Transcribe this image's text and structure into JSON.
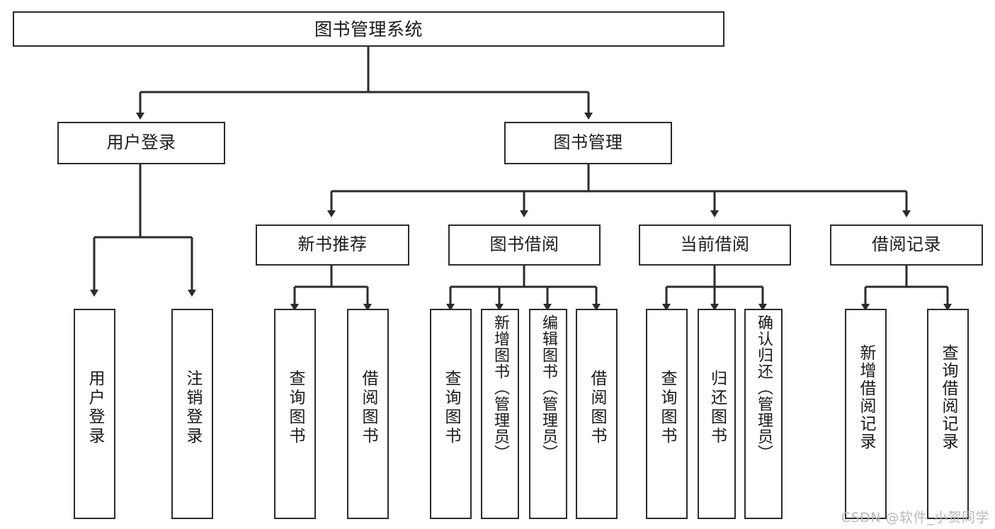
{
  "diagram": {
    "title": "图书管理系统",
    "type": "tree-hierarchy",
    "orientation": "top-down",
    "stroke_color": "#2b2b2b",
    "fill_color": "#ffffff",
    "background_color": "#ffffff",
    "root": {
      "label": "图书管理系统"
    },
    "level2": [
      {
        "id": "user-login",
        "label": "用户登录"
      },
      {
        "id": "book-manage",
        "label": "图书管理"
      }
    ],
    "level3": [
      {
        "id": "new-book-recommend",
        "label": "新书推荐",
        "parent": "book-manage"
      },
      {
        "id": "book-borrow",
        "label": "图书借阅",
        "parent": "book-manage"
      },
      {
        "id": "current-borrow",
        "label": "当前借阅",
        "parent": "book-manage"
      },
      {
        "id": "borrow-record",
        "label": "借阅记录",
        "parent": "book-manage"
      }
    ],
    "leaves": [
      {
        "id": "leaf-user-login",
        "label": "用户登录",
        "parent": "user-login"
      },
      {
        "id": "leaf-user-logout",
        "label": "注销登录",
        "parent": "user-login"
      },
      {
        "id": "leaf-query-book-1",
        "label": "查询图书",
        "parent": "new-book-recommend"
      },
      {
        "id": "leaf-borrow-book-1",
        "label": "借阅图书",
        "parent": "new-book-recommend"
      },
      {
        "id": "leaf-query-book-2",
        "label": "查询图书",
        "parent": "book-borrow"
      },
      {
        "id": "leaf-add-book",
        "label": "新增图书（管理员）",
        "parent": "book-borrow"
      },
      {
        "id": "leaf-edit-book",
        "label": "编辑图书（管理员）",
        "parent": "book-borrow"
      },
      {
        "id": "leaf-borrow-book-2",
        "label": "借阅图书",
        "parent": "book-borrow"
      },
      {
        "id": "leaf-query-book-3",
        "label": "查询图书",
        "parent": "current-borrow"
      },
      {
        "id": "leaf-return-book",
        "label": "归还图书",
        "parent": "current-borrow"
      },
      {
        "id": "leaf-confirm-return",
        "label": "确认归还（管理员）",
        "parent": "current-borrow"
      },
      {
        "id": "leaf-add-record",
        "label": "新增借阅记录",
        "parent": "borrow-record"
      },
      {
        "id": "leaf-query-record",
        "label": "查询借阅记录",
        "parent": "borrow-record"
      }
    ],
    "watermark": "CSDN @软件_小贺同学"
  }
}
